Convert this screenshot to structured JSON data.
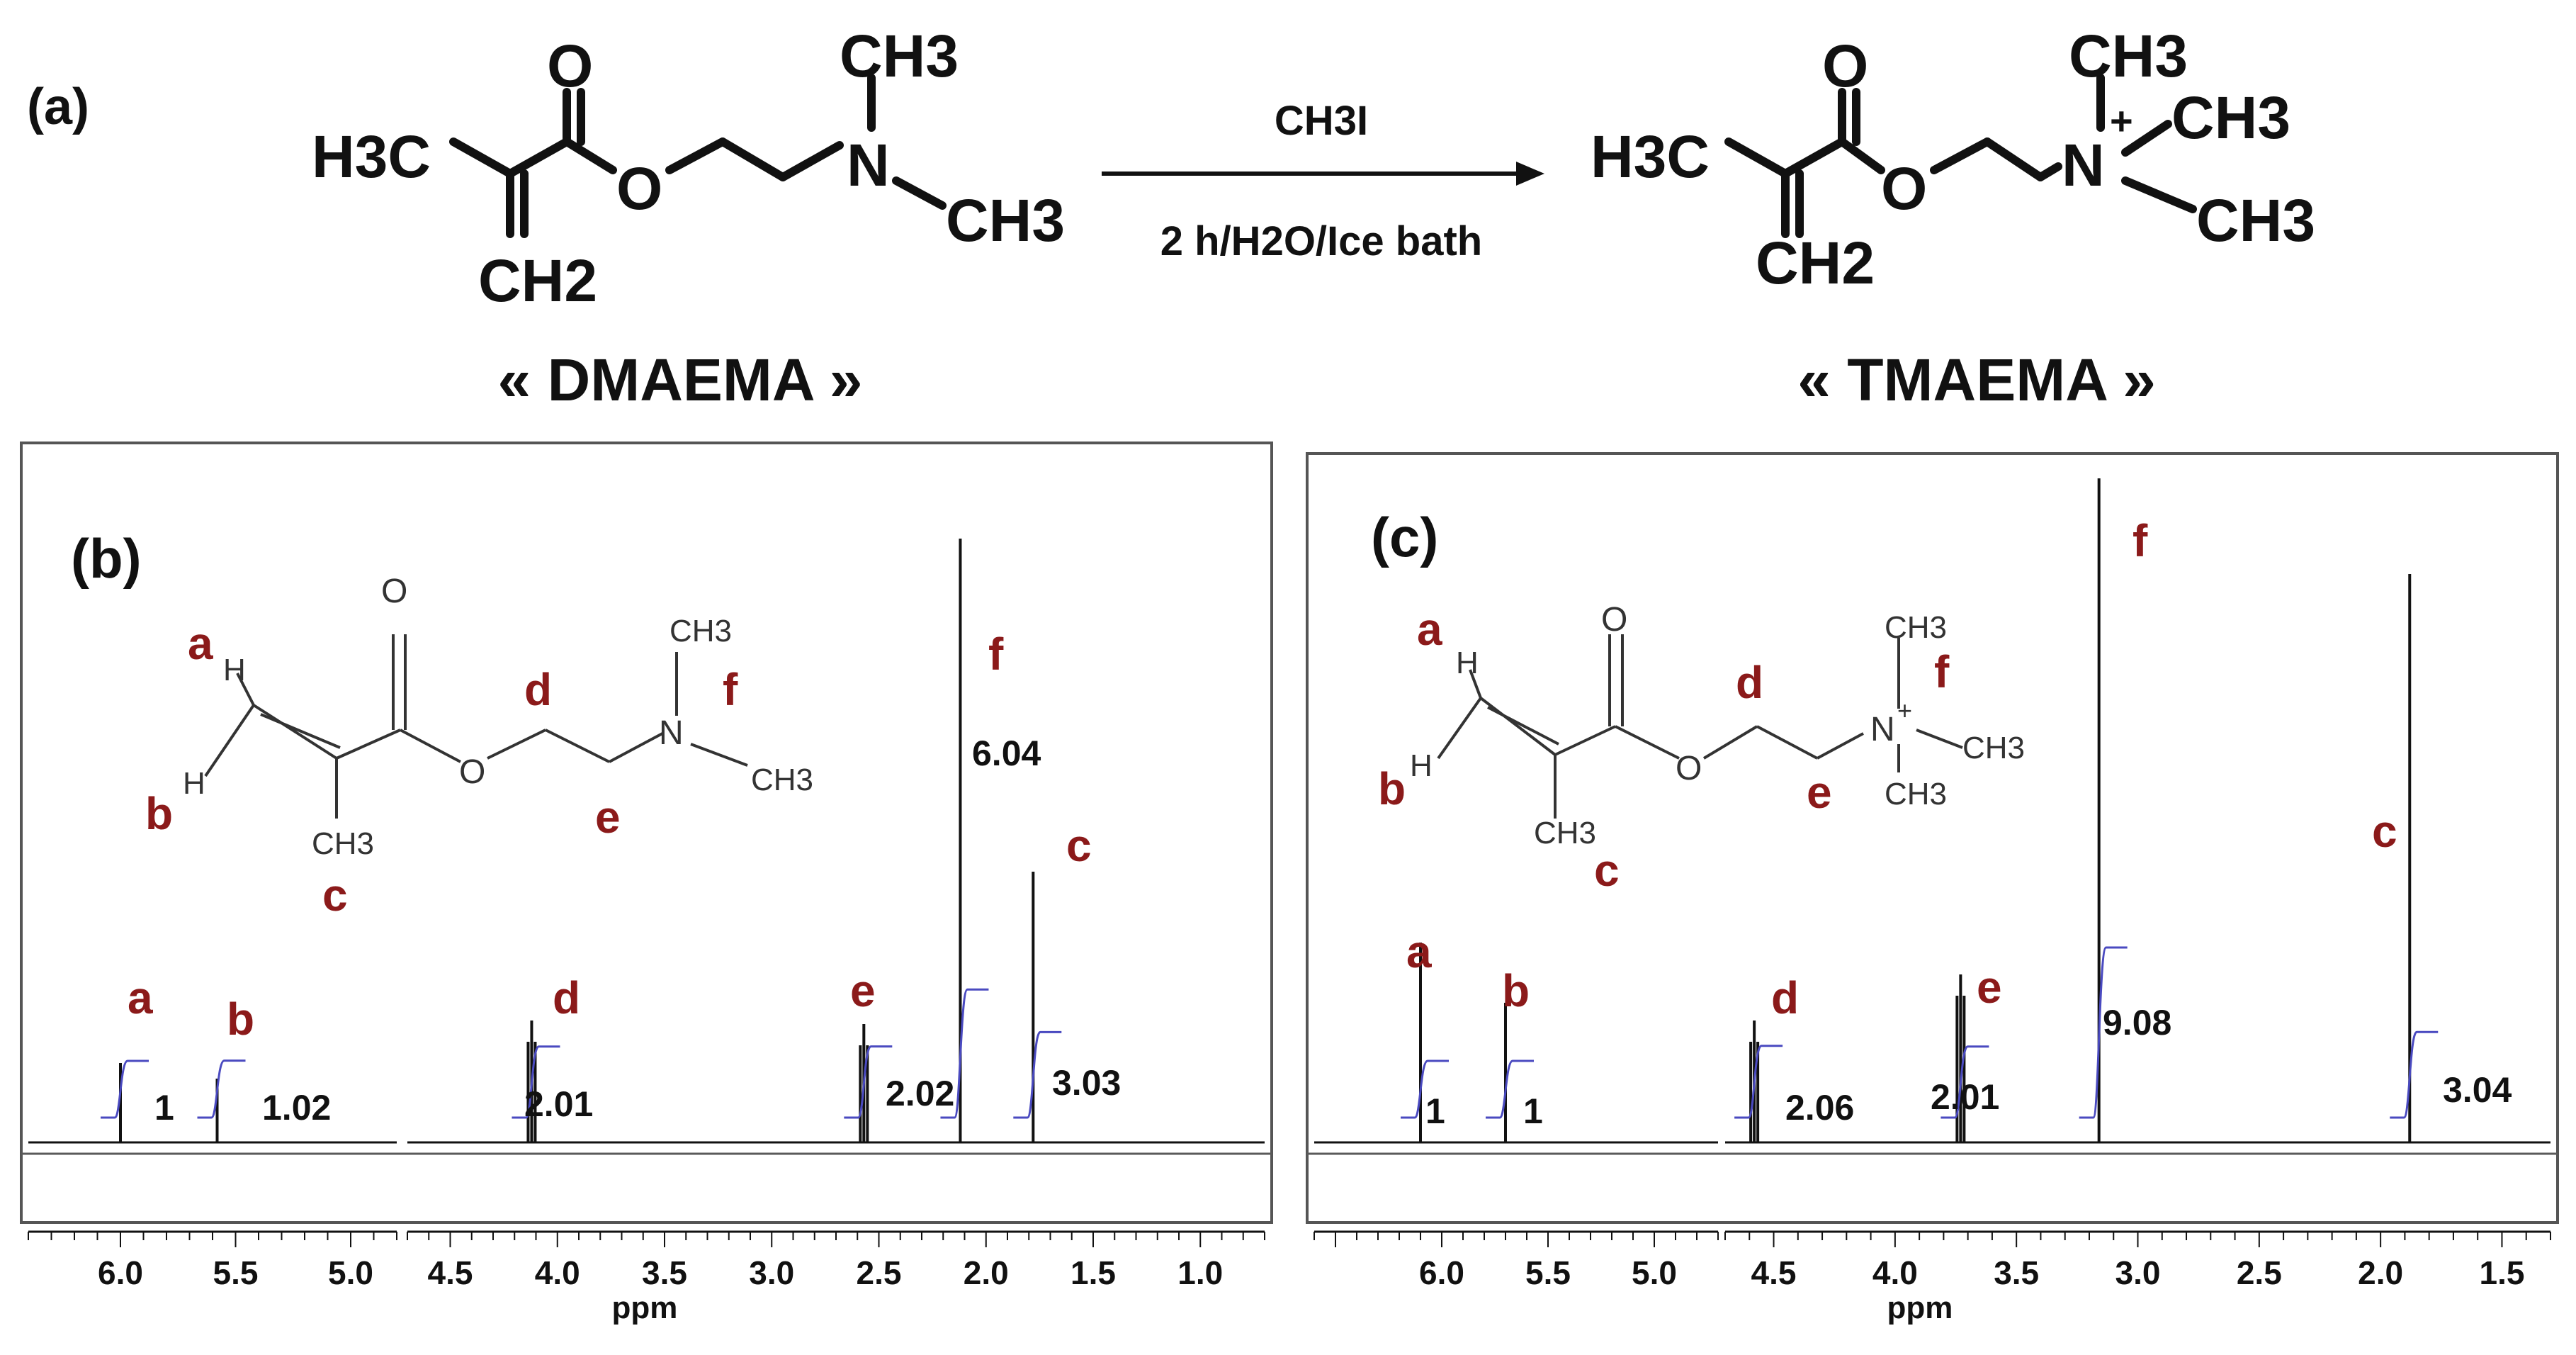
{
  "colors": {
    "ink": "#111111",
    "peak_label": "#8b1a1a",
    "integral": "#4a4ac0",
    "baseline": "#5a5a5a"
  },
  "panel_a": {
    "label": "(a)",
    "reactant": {
      "name": "« DMAEMA »",
      "h3c": "H3C",
      "o_carbonyl": "O",
      "o_ester": "O",
      "n": "N",
      "ch3_top": "CH3",
      "ch3_right": "CH3",
      "ch2": "CH2"
    },
    "reagent": "CH3I",
    "conditions": "2 h/H2O/Ice bath",
    "product": {
      "name": "« TMAEMA »",
      "h3c": "H3C",
      "o_carbonyl": "O",
      "o_ester": "O",
      "n": "N",
      "charge": "+",
      "ch3_top": "CH3",
      "ch3_mid": "CH3",
      "ch3_low": "CH3",
      "ch2": "CH2"
    }
  },
  "panel_b": {
    "label": "(b)",
    "structure": {
      "h_a": "H",
      "h_b": "H",
      "o_carbonyl": "O",
      "o_ester": "O",
      "n": "N",
      "ch3_top": "CH3",
      "ch3_right": "CH3",
      "ch3_vinyl": "CH3",
      "a": "a",
      "b": "b",
      "c": "c",
      "d": "d",
      "e": "e",
      "f": "f"
    },
    "peaks": [
      {
        "letter": "a",
        "ppm": 6.0,
        "integral": "1"
      },
      {
        "letter": "b",
        "ppm": 5.58,
        "integral": "1.02"
      },
      {
        "letter": "d",
        "ppm": 4.12,
        "integral": "2.01"
      },
      {
        "letter": "e",
        "ppm": 2.57,
        "integral": "2.02"
      },
      {
        "letter": "f",
        "ppm": 2.12,
        "integral": "6.04"
      },
      {
        "letter": "c",
        "ppm": 1.78,
        "integral": "3.03"
      }
    ],
    "axis": {
      "unit": "ppm",
      "segments": [
        {
          "from": 6.4,
          "to": 4.8,
          "ticks": [
            "6.0",
            "5.5",
            "5.0"
          ]
        },
        {
          "from": 4.7,
          "to": 0.7,
          "ticks": [
            "4.5",
            "4.0",
            "3.5",
            "3.0",
            "2.5",
            "2.0",
            "1.5",
            "1.0"
          ]
        }
      ]
    }
  },
  "panel_c": {
    "label": "(c)",
    "structure": {
      "h_a": "H",
      "h_b": "H",
      "o_carbonyl": "O",
      "o_ester": "O",
      "n": "N",
      "charge": "+",
      "ch3_top": "CH3",
      "ch3_right": "CH3",
      "ch3_low": "CH3",
      "ch3_vinyl": "CH3",
      "a": "a",
      "b": "b",
      "c": "c",
      "d": "d",
      "e": "e",
      "f": "f"
    },
    "peaks": [
      {
        "letter": "a",
        "ppm": 6.1,
        "integral": "1"
      },
      {
        "letter": "b",
        "ppm": 5.7,
        "integral": "1"
      },
      {
        "letter": "d",
        "ppm": 4.58,
        "integral": "2.06"
      },
      {
        "letter": "e",
        "ppm": 3.73,
        "integral": "2.01"
      },
      {
        "letter": "f",
        "ppm": 3.16,
        "integral": "9.08"
      },
      {
        "letter": "c",
        "ppm": 1.88,
        "integral": "3.04"
      }
    ],
    "axis": {
      "unit": "ppm",
      "segments": [
        {
          "from": 6.6,
          "to": 4.7,
          "ticks": [
            "6.0",
            "5.5",
            "5.0"
          ]
        },
        {
          "from": 4.7,
          "to": 1.3,
          "ticks": [
            "4.5",
            "4.0",
            "3.5",
            "3.0",
            "2.5",
            "2.0",
            "1.5"
          ]
        }
      ]
    }
  }
}
